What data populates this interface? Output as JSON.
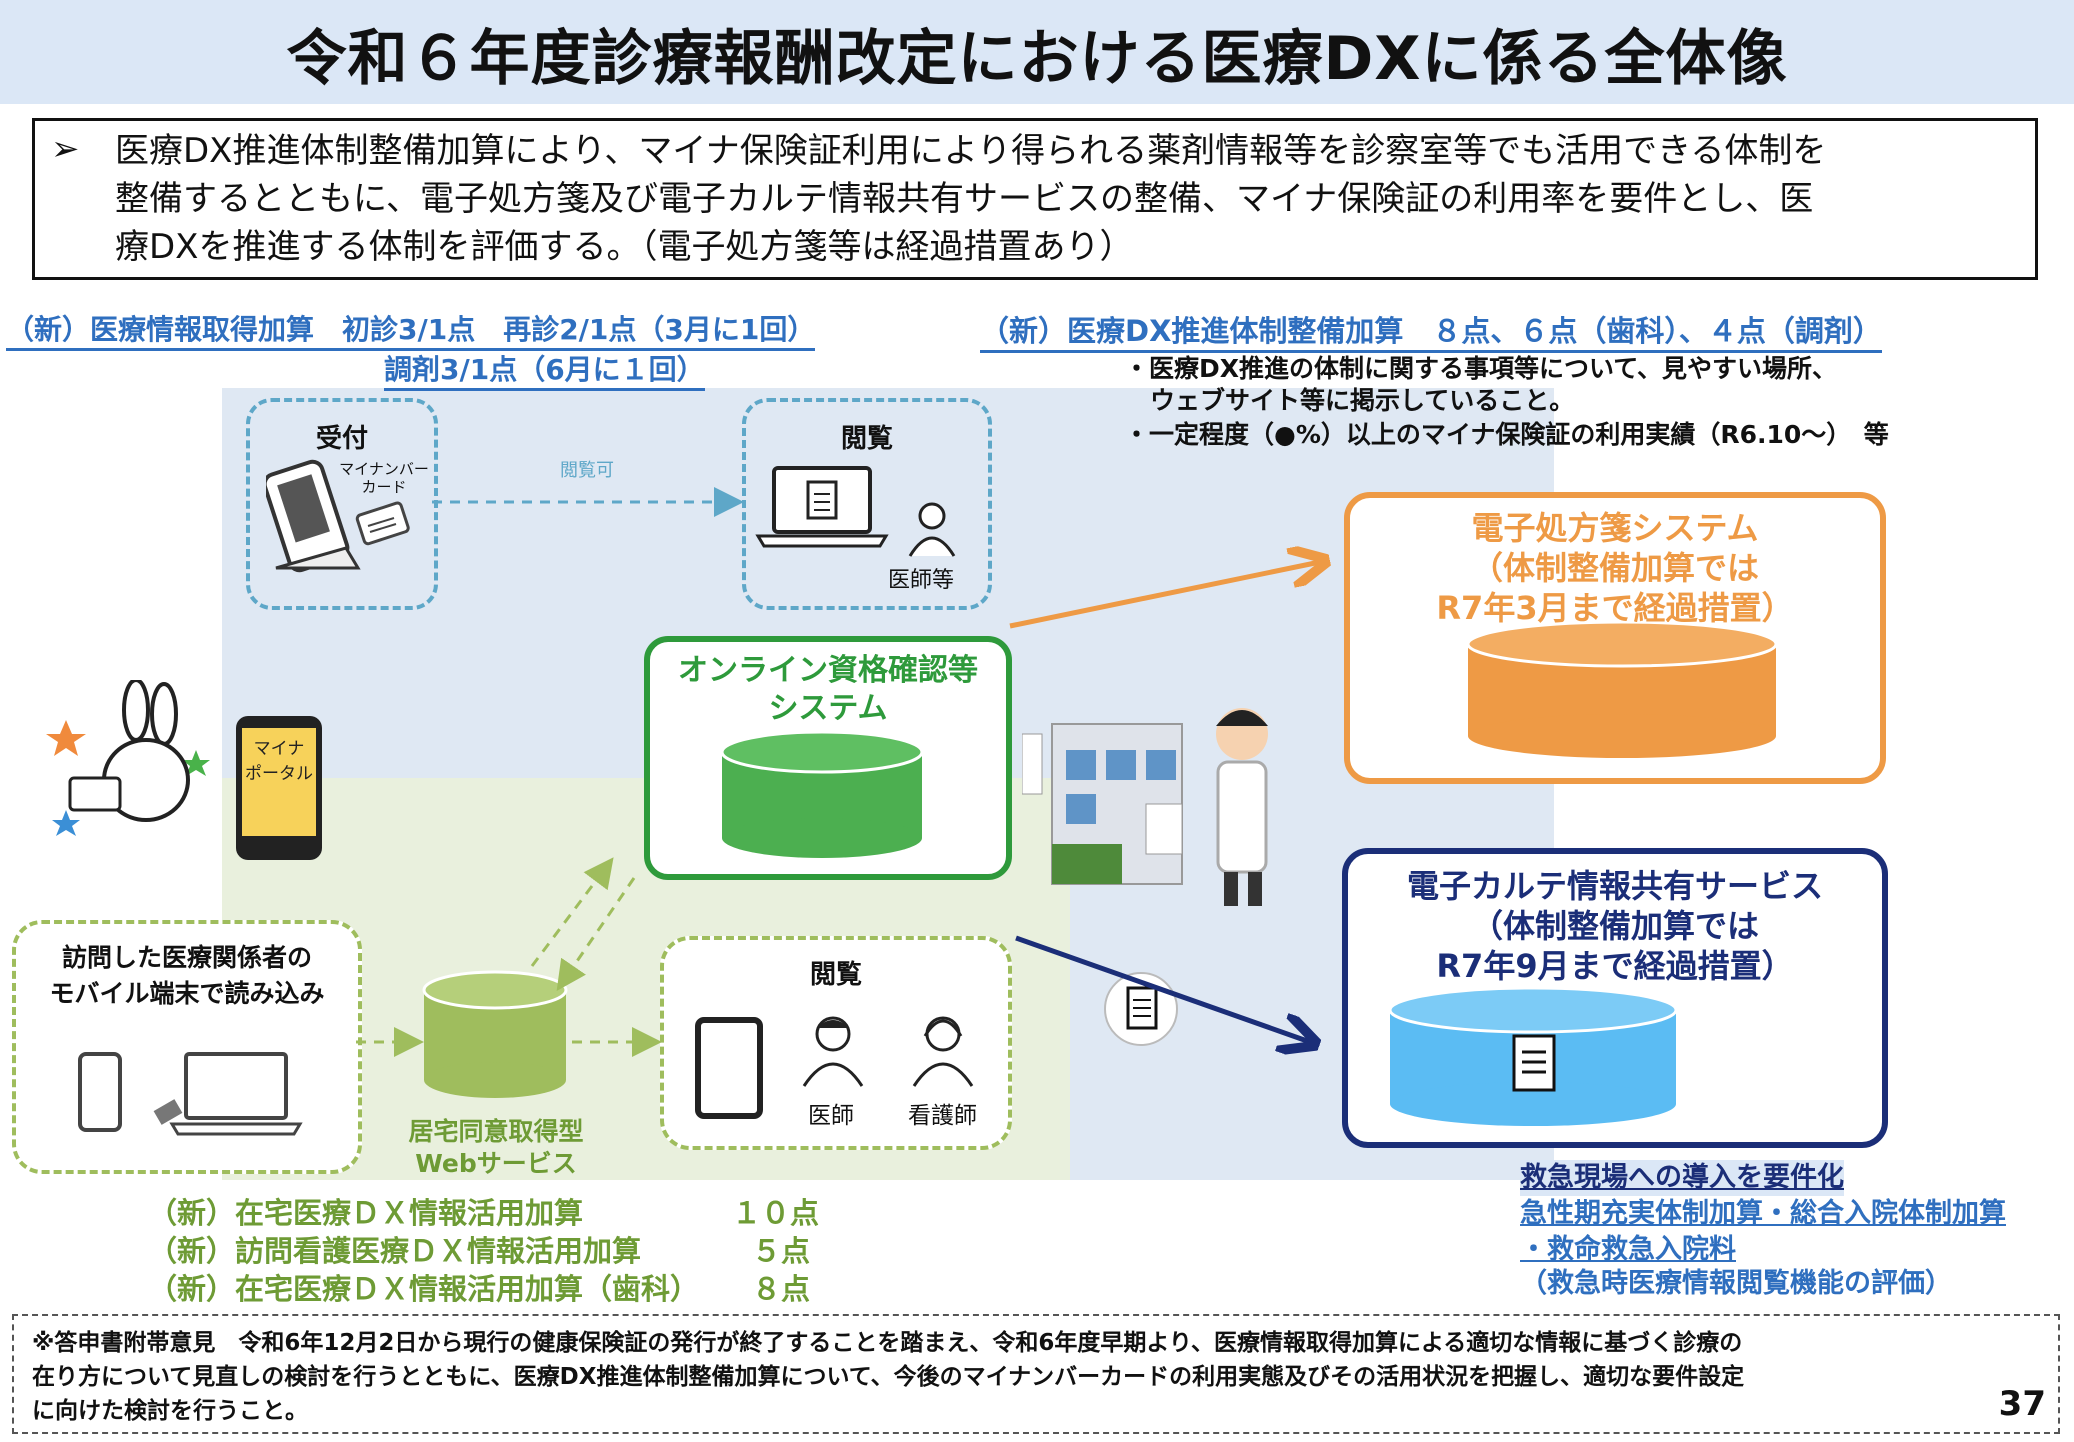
{
  "title": "令和６年度診療報酬改定における医療DXに係る全体像",
  "summary": {
    "bullet": "➢",
    "line1": "医療DX推進体制整備加算により、マイナ保険証利用により得られる薬剤情報等を診察室等でも活用できる体制を",
    "line2": "整備するとともに、電子処方箋及び電子カルテ情報共有サービスの整備、マイナ保険証の利用率を要件とし、医",
    "line3": "療DXを推進する体制を評価する。（電子処方箋等は経過措置あり）"
  },
  "left_header": {
    "line1": "（新）医療情報取得加算　初診3/1点　再診2/1点（3月に1回）",
    "line2": "調剤3/1点（6月に１回）"
  },
  "right_header": {
    "title": "（新）医療DX推進体制整備加算　８点、６点（歯科）、４点（調剤）",
    "req1": "・医療DX推進の体制に関する事項等について、見やすい場所、",
    "req2": "ウェブサイト等に掲示していること。",
    "req3": "・一定程度（●%）以上のマイナ保険証の利用実績（R6.10～）　等"
  },
  "reception": {
    "title": "受付",
    "card_label1": "マイナンバー",
    "card_label2": "カード"
  },
  "browse_possible": "閲覧可",
  "browse_top": {
    "title": "閲覧",
    "caption": "医師等"
  },
  "phone_label1": "マイナ",
  "phone_label2": "ポータル",
  "online_system": {
    "line1": "オンライン資格確認等",
    "line2": "システム"
  },
  "eprescription": {
    "line1": "電子処方箋システム",
    "line2": "（体制整備加算では",
    "line3": "R7年3月まで経過措置）"
  },
  "ekarte": {
    "line1": "電子カルテ情報共有サービス",
    "line2": "（体制整備加算では",
    "line3": "R7年9月まで経過措置）"
  },
  "visit_box": {
    "line1": "訪問した医療関係者の",
    "line2": "モバイル端末で読み込み"
  },
  "web_service": {
    "line1": "居宅同意取得型",
    "line2": "Webサービス"
  },
  "browse_bottom": {
    "title": "閲覧",
    "doctor": "医師",
    "nurse": "看護師"
  },
  "home_items": [
    {
      "label": "（新）在宅医療ＤＸ情報活用加算",
      "points": "１０点"
    },
    {
      "label": "（新）訪問看護医療ＤＸ情報活用加算",
      "points": "５点"
    },
    {
      "label": "（新）在宅医療ＤＸ情報活用加算（歯科）",
      "points": "８点"
    }
  ],
  "emergency": {
    "line1": "救急現場への導入を要件化",
    "line2": "急性期充実体制加算・総合入院体制加算",
    "line3": "・救命救急入院料",
    "line4": "（救急時医療情報閲覧機能の評価）"
  },
  "footnote": {
    "line1": "※答申書附帯意見　令和6年12月2日から現行の健康保険証の発行が終了することを踏まえ、令和6年度早期より、医療情報取得加算による適切な情報に基づく診療の",
    "line2": "在り方について見直しの検討を行うとともに、医療DX推進体制整備加算について、今後のマイナンバーカードの利用実態及びその活用状況を把握し、適切な要件設定",
    "line3": "に向けた検討を行うこと。"
  },
  "page_number": "37",
  "colors": {
    "title_band": "#dbe7f6",
    "online_green": "#2e9a3b",
    "eprescription_orange": "#ee9a45",
    "ekarte_navy": "#1b2e78",
    "ekarte_cylinder": "#5bbcf3",
    "web_cylinder": "#9fbd5d",
    "header_blue": "#2f6fbf",
    "home_green": "#6e9b35"
  }
}
